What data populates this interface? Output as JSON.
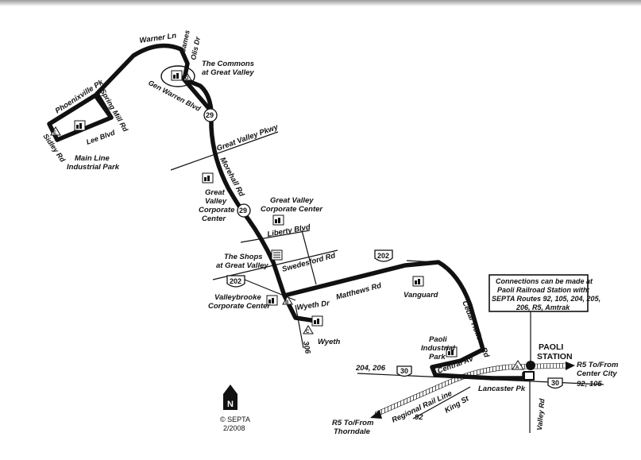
{
  "roads": {
    "warner_ln": "Warner Ln",
    "james": "James",
    "olis_dr": "Olis Dr",
    "gen_warren": "Gen Warren Blvd",
    "phoenixville": "Phoenixville Pk",
    "spring_mill": "Spring Mill Rd",
    "lee_blvd": "Lee Blvd",
    "sidley": "Sidley Rd",
    "gv_pkwy": "Great Valley Pkwy",
    "morehall": "Morehall Rd",
    "liberty": "Liberty Blvd",
    "swedesford": "Swedesford Rd",
    "matthews": "Matthews Rd",
    "wyeth_dr": "Wyeth Dr",
    "cedar_hollow": "Cedar Hollow Rd",
    "central_av": "Central Av",
    "lancaster": "Lancaster Pk",
    "king_st": "King St",
    "valley_rd": "Valley Rd",
    "regional_rail": "Regional Rail Line"
  },
  "places": {
    "commons_1": "The Commons",
    "commons_2": "at Great Valley",
    "mainline_1": "Main Line",
    "mainline_2": "Industrial Park",
    "gvcc_1": "Great",
    "gvcc_2": "Valley",
    "gvcc_3": "Corporate",
    "gvcc_4": "Center",
    "gvcc2_1": "Great Valley",
    "gvcc2_2": "Corporate Center",
    "shops_1": "The Shops",
    "shops_2": "at Great Valley",
    "vbrook_1": "Valleybrooke",
    "vbrook_2": "Corporate Center",
    "wyeth": "Wyeth",
    "vanguard": "Vanguard",
    "paoli_ip_1": "Paoli",
    "paoli_ip_2": "Industrial",
    "paoli_ip_3": "Park",
    "paoli_station_1": "PAOLI",
    "paoli_station_2": "STATION"
  },
  "shields": {
    "route29_a": "29",
    "route29_b": "29",
    "us202_a": "202",
    "us202_b": "202",
    "route30_a": "30",
    "route30_b": "30",
    "route306": "306"
  },
  "timepoints": {
    "a": "A",
    "b": "B",
    "c": "C",
    "d": "D",
    "e": "E"
  },
  "connections": {
    "line1": "Connections can be made at",
    "line2": "Paoli Railroad Station with:",
    "line3": "SEPTA Routes 92, 105, 204, 205,",
    "line4": "206, R5, Amtrak"
  },
  "destinations": {
    "r5_center_1": "R5 To/From",
    "r5_center_2": "Center City",
    "routes_92_105": "92, 105",
    "r5_thorn_1": "R5 To/From",
    "r5_thorn_2": "Thorndale",
    "routes_204_206": "204, 206",
    "route_92": "92"
  },
  "credit": {
    "north": "N",
    "copyright": "© SEPTA",
    "date": "2/2008"
  },
  "colors": {
    "ink": "#111111",
    "paper": "#ffffff"
  }
}
